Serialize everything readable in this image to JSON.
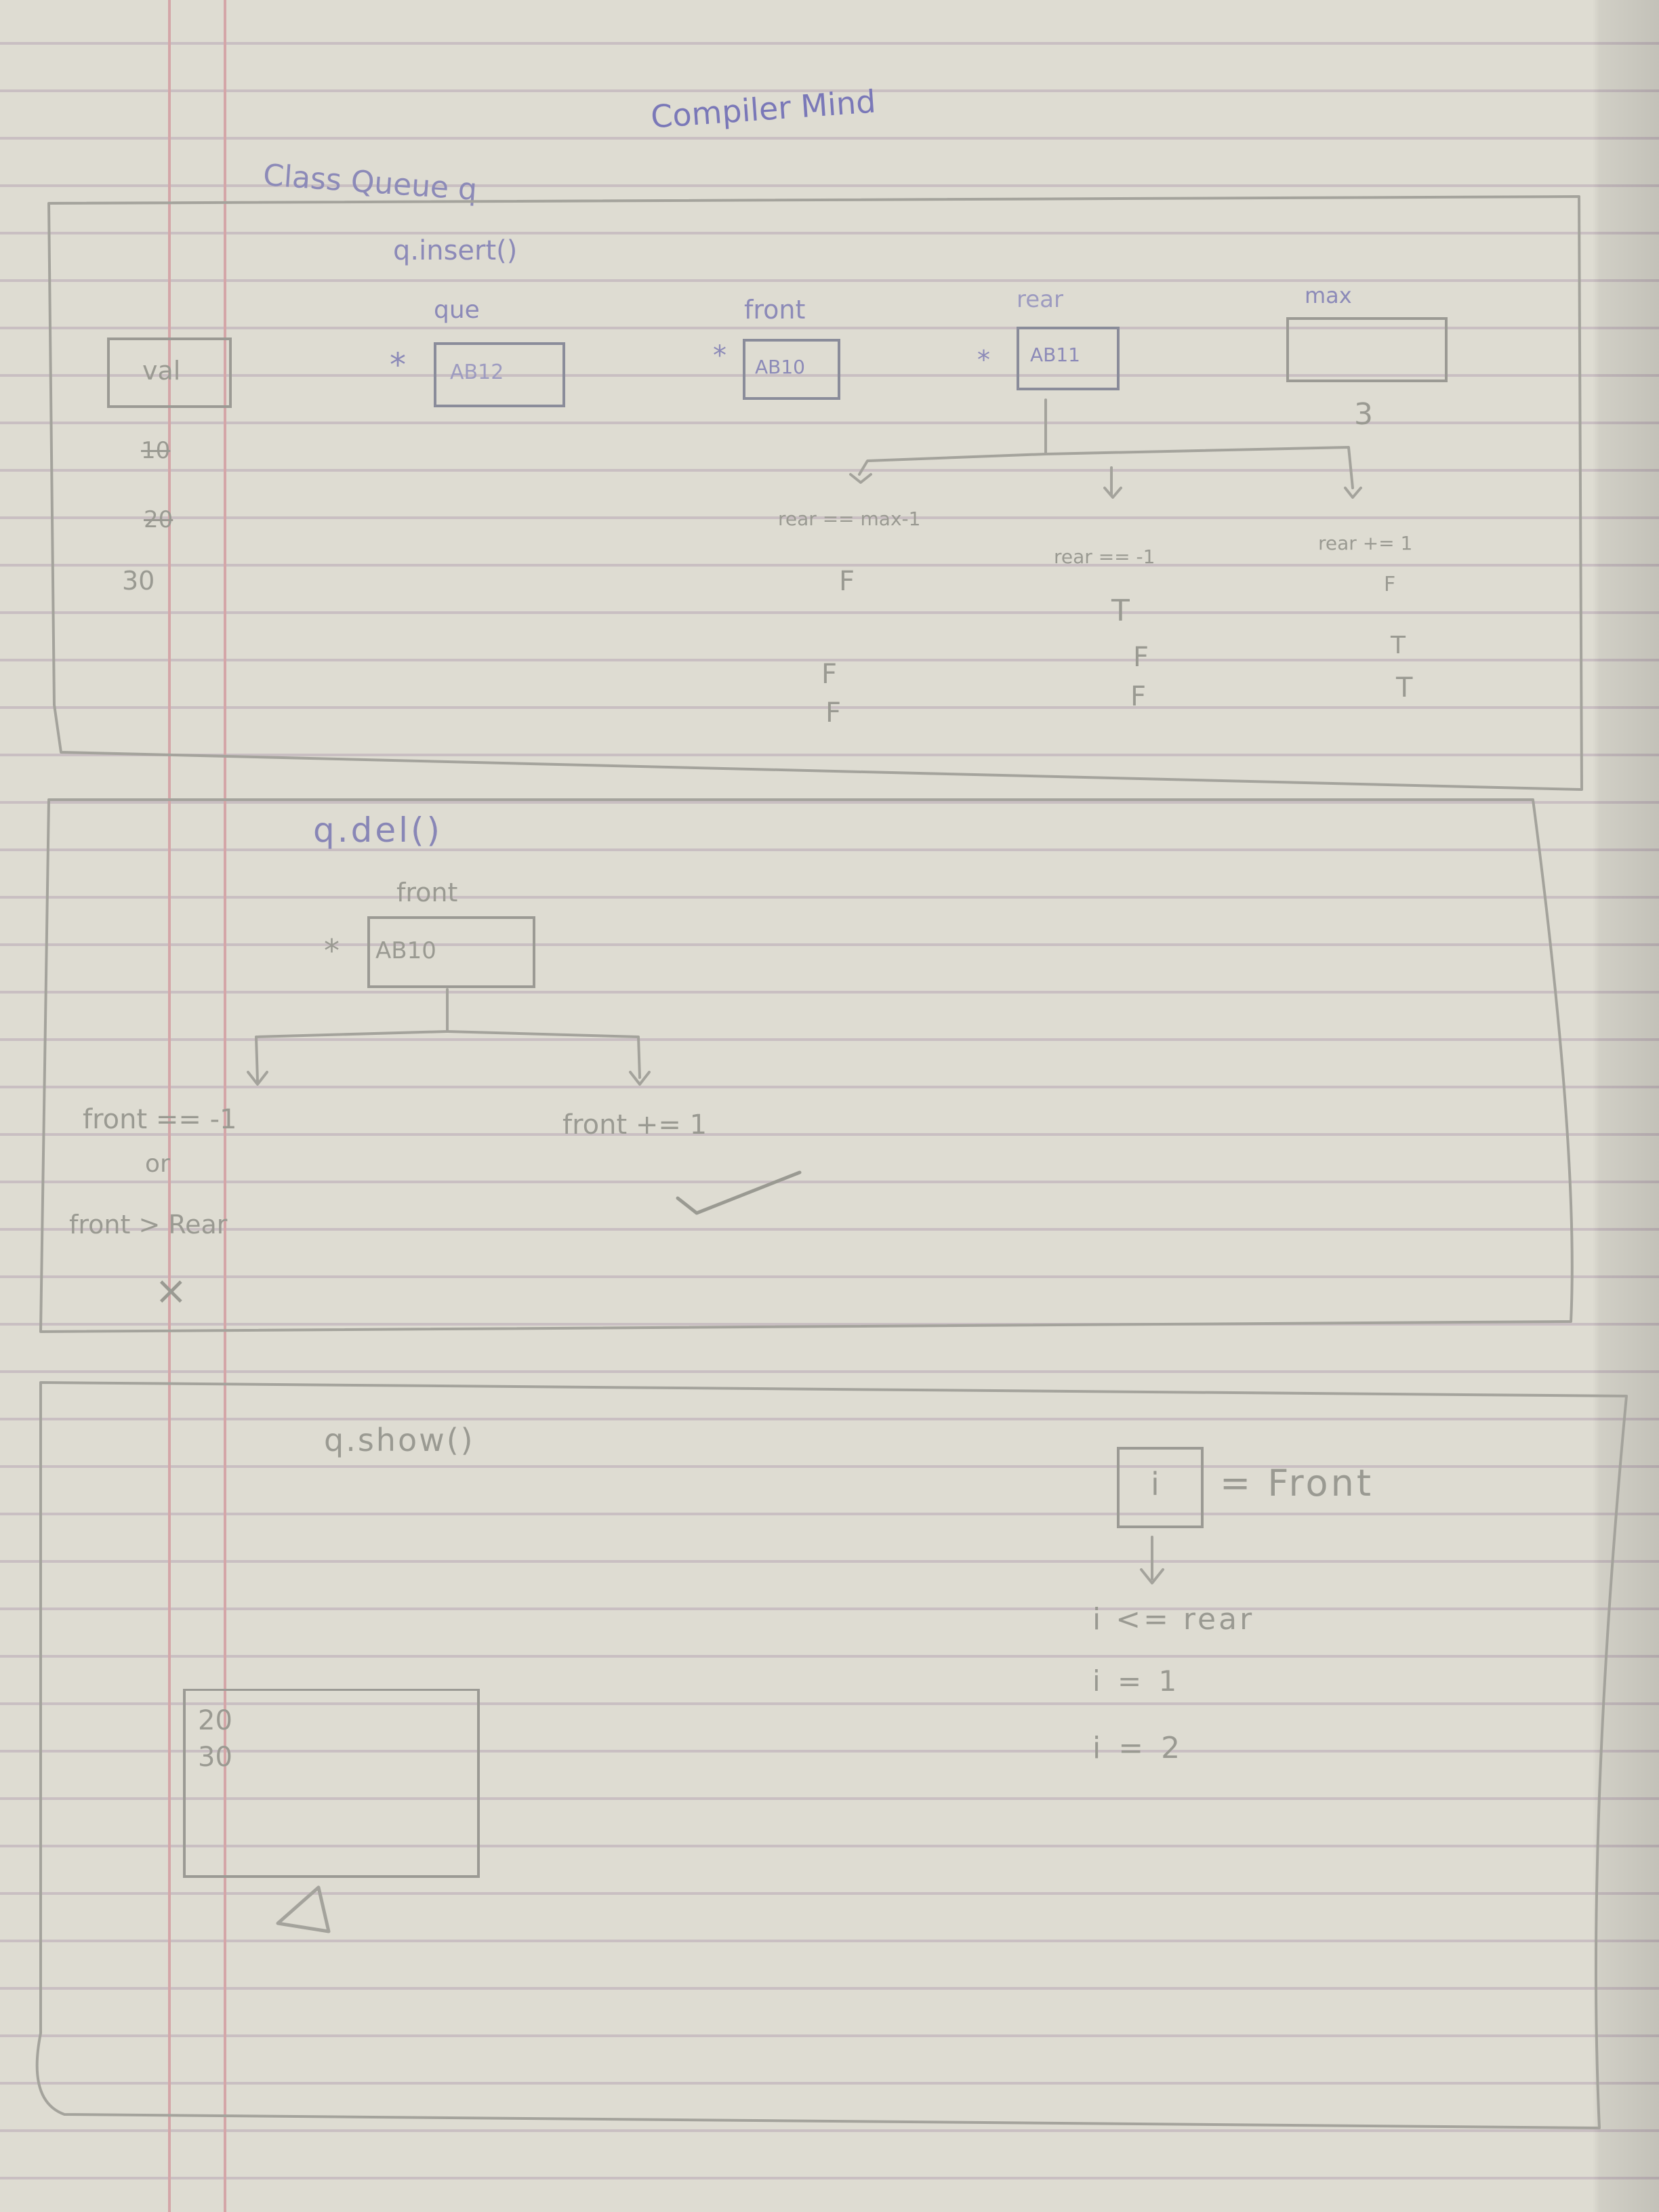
{
  "title": "Compiler Mind",
  "section_insert": {
    "heading1": "Class Queue q",
    "heading2": "q.insert()",
    "val_box": "val",
    "que_label": "que",
    "que_ptr": "*",
    "que_box": "AB12",
    "front_label": "front",
    "front_ptr": "*",
    "front_box": "AB10",
    "rear_label": "rear",
    "rear_ptr": "*",
    "rear_box": "AB11",
    "max_label": "max",
    "max_value": "3",
    "values": [
      "10",
      "20",
      "30"
    ],
    "cond1": "rear == max-1",
    "cond2": "rear == -1",
    "cond3": "rear += 1",
    "col1": [
      "F",
      "F",
      "F"
    ],
    "col2": [
      "T",
      "F",
      "F"
    ],
    "col3": [
      "F",
      "T",
      "T"
    ]
  },
  "section_delete": {
    "heading": "q.del()",
    "front_label": "front",
    "ptr": "*",
    "front_box": "AB10",
    "left_cond_line1": "front == -1",
    "left_cond_or": "or",
    "left_cond_line2": "front > Rear",
    "left_mark": "×",
    "right_cond": "front += 1",
    "right_mark": "✓"
  },
  "section_show": {
    "heading": "q.show()",
    "i_box": "i",
    "assign": "= Front",
    "cond": "i <= rear",
    "step1": "i = 1",
    "step2": "i = 2",
    "output": [
      "20",
      "30"
    ]
  }
}
